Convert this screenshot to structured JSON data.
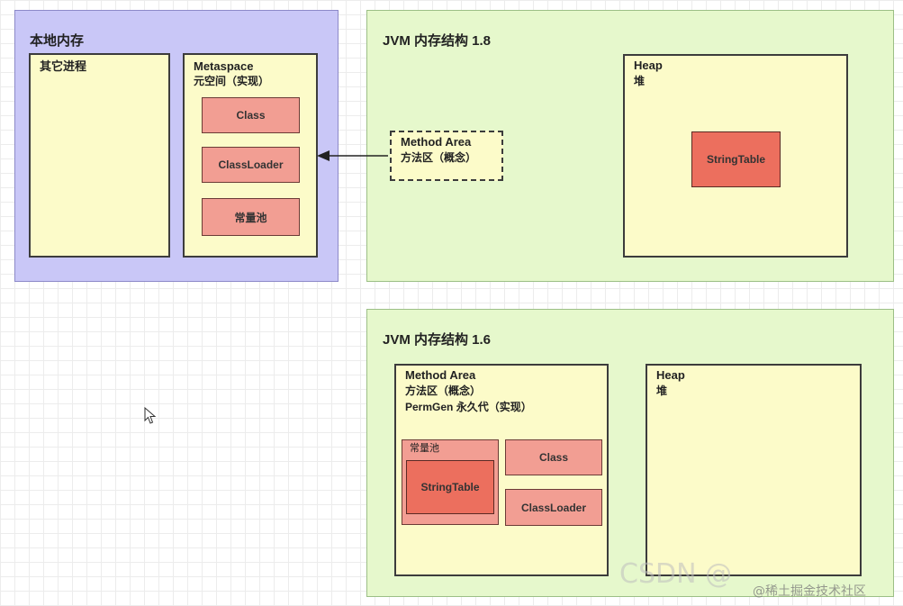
{
  "native_memory": {
    "title": "本地内存",
    "other_process": "其它进程",
    "metaspace": {
      "name": "Metaspace",
      "subtitle": "元空间（实现）",
      "items": [
        "Class",
        "ClassLoader",
        "常量池"
      ]
    }
  },
  "jvm18": {
    "title": "JVM 内存结构 1.8",
    "method_area": {
      "name": "Method Area",
      "subtitle": "方法区（概念）"
    },
    "heap": {
      "name": "Heap",
      "subtitle": "堆",
      "string_table": "StringTable"
    }
  },
  "jvm16": {
    "title": "JVM 内存结构 1.6",
    "method_area": {
      "name": "Method Area",
      "line2": "方法区（概念）",
      "line3": "PermGen 永久代（实现）",
      "constant_pool": "常量池",
      "string_table": "StringTable",
      "class": "Class",
      "classloader": "ClassLoader"
    },
    "heap": {
      "name": "Heap",
      "subtitle": "堆"
    }
  },
  "watermark": {
    "csdn": "CSDN @",
    "juejin": "@稀土掘金技术社区"
  },
  "colors": {
    "native_region": "#c9c7f7",
    "jvm_region": "#e6f8cc",
    "panel": "#fcfbc9",
    "chip": "#f29e93",
    "chip_strong": "#ec6f5e"
  }
}
